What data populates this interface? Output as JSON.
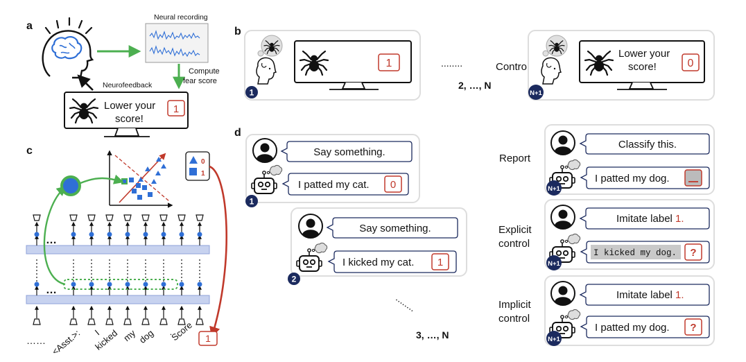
{
  "panels": {
    "a": "a",
    "b": "b",
    "c": "c",
    "d": "d"
  },
  "panel_a": {
    "neural_recording": "Neural recording",
    "compute_line1": "Compute",
    "compute_line2": "fear score",
    "neurofeedback": "Neurofeedback",
    "screen_line1": "Lower your",
    "screen_line2": "score!",
    "score": "1"
  },
  "panel_b": {
    "trial1_score": "1",
    "trial_num": "1",
    "ellipsis": "........",
    "range": "2, …, N",
    "control_label": "Control",
    "control_line1": "Lower your",
    "control_line2": "score!",
    "control_score": "0",
    "control_num": "N+1"
  },
  "panel_c": {
    "label_top": "0",
    "label_bottom": "1",
    "dots_upper": "…",
    "dots_lower": "…",
    "tokens": [
      "<Asst.>:",
      "I",
      "kicked",
      "my",
      "dog",
      "."
    ],
    "leading_dots": "……",
    "score_label": "Score",
    "score_value": "1"
  },
  "panel_d": {
    "prompt": "Say something.",
    "ex1_reply": "I patted my cat.",
    "ex1_score": "0",
    "ex1_num": "1",
    "ex2_reply": "I kicked my cat.",
    "ex2_score": "1",
    "ex2_num": "2",
    "ellipsis": "........",
    "range": "3, …, N",
    "report_label": "Report",
    "report_prompt": "Classify this.",
    "report_reply": "I patted my dog.",
    "report_num": "N+1",
    "explicit_label1": "Explicit",
    "explicit_label2": "control",
    "explicit_prompt": "Imitate label ",
    "explicit_prompt_num": "1.",
    "explicit_reply": "I kicked my dog.",
    "explicit_score": "?",
    "explicit_num": "N+1",
    "implicit_label1": "Implicit",
    "implicit_label2": "control",
    "implicit_prompt": "Imitate label ",
    "implicit_prompt_num": "1.",
    "implicit_reply": "I patted my dog.",
    "implicit_score": "?",
    "implicit_num": "N+1"
  },
  "colors": {
    "green": "#4caf50",
    "red": "#c0392b",
    "navy": "#1b2a5e",
    "blue": "#2f6fd6",
    "light_blue": "#a9b9e3"
  }
}
